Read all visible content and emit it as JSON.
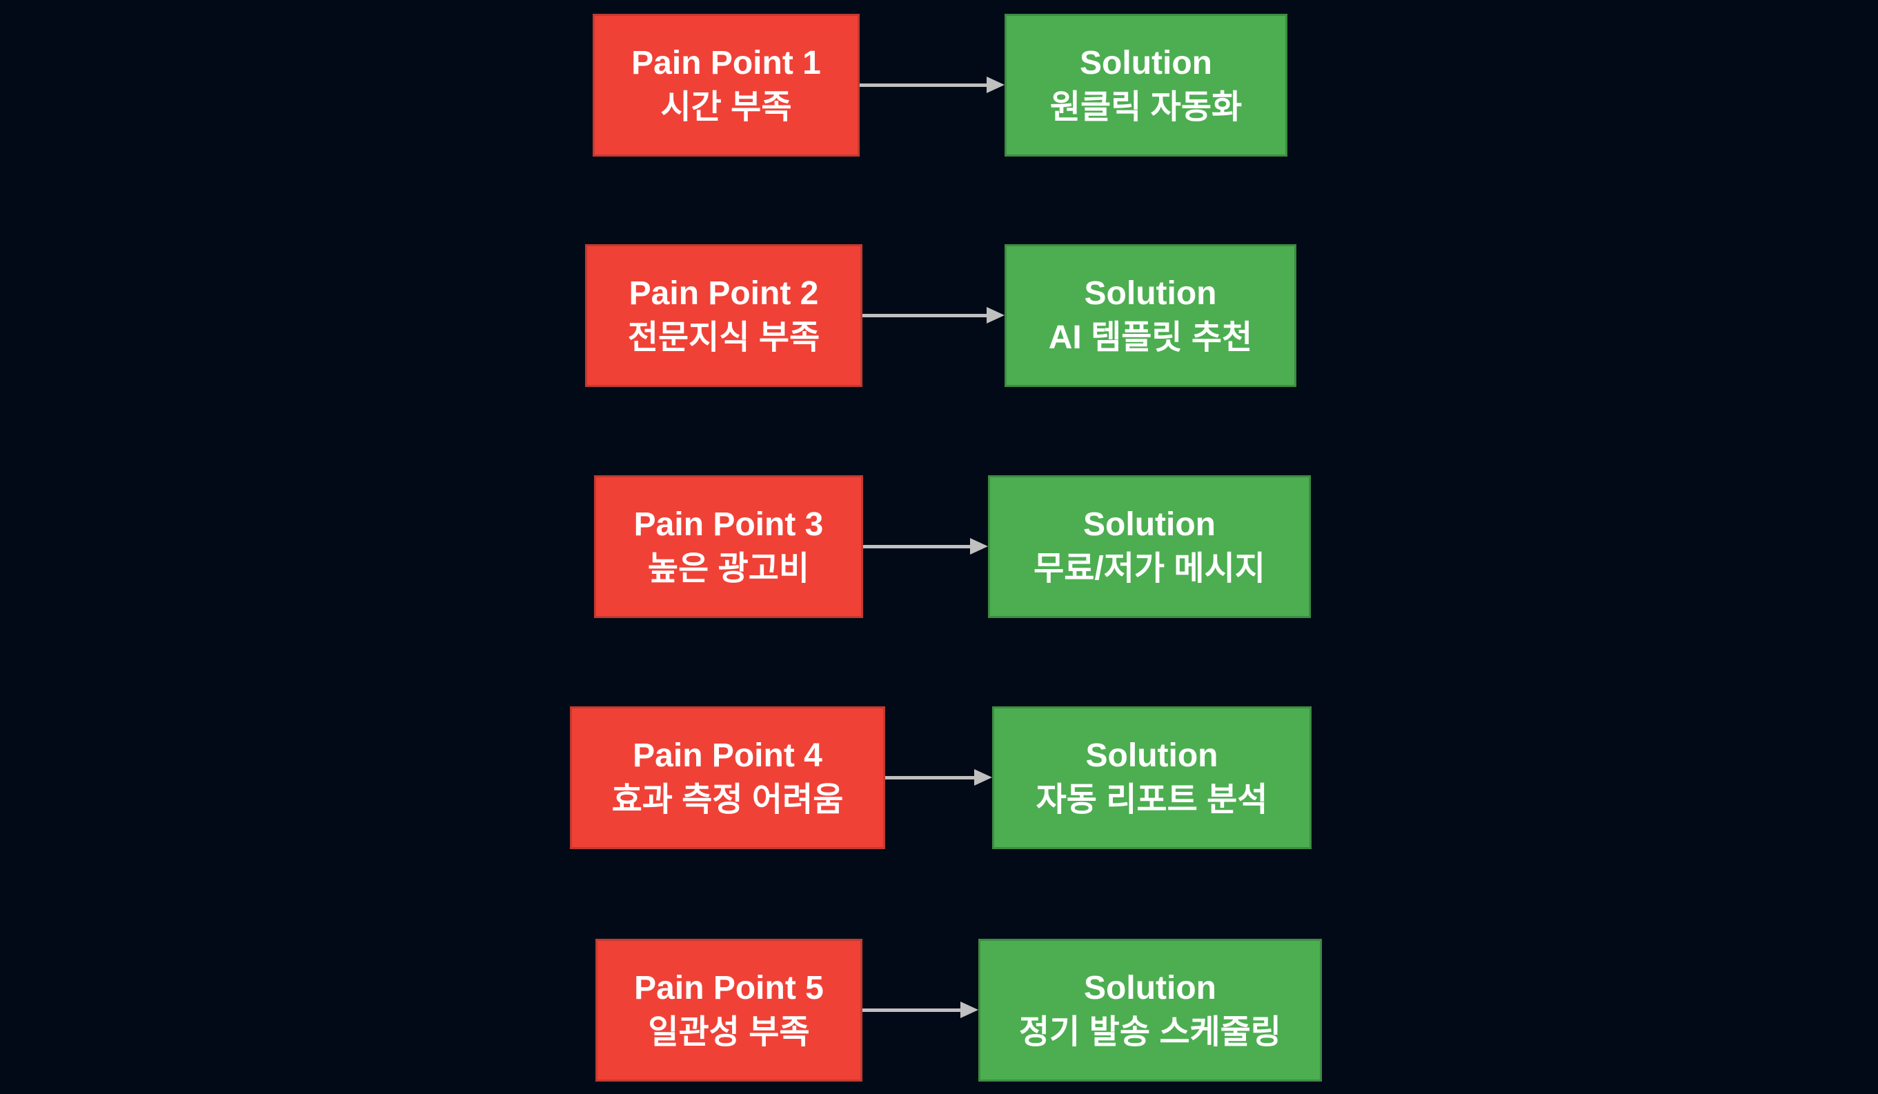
{
  "colors": {
    "bg": "#030a17",
    "pain_fill": "#f04137",
    "pain_border": "#c13a31",
    "solution_fill": "#4cae50",
    "solution_border": "#3d8c42",
    "arrow": "#c0c0c0",
    "text": "#ffffff"
  },
  "rows": [
    {
      "pain": {
        "title": "Pain Point 1",
        "subtitle": "시간 부족"
      },
      "solution": {
        "title": "Solution",
        "subtitle": "원클릭 자동화"
      }
    },
    {
      "pain": {
        "title": "Pain Point 2",
        "subtitle": "전문지식 부족"
      },
      "solution": {
        "title": "Solution",
        "subtitle": "AI 템플릿 추천"
      }
    },
    {
      "pain": {
        "title": "Pain Point 3",
        "subtitle": "높은 광고비"
      },
      "solution": {
        "title": "Solution",
        "subtitle": "무료/저가 메시지"
      }
    },
    {
      "pain": {
        "title": "Pain Point 4",
        "subtitle": "효과 측정 어려움"
      },
      "solution": {
        "title": "Solution",
        "subtitle": "자동 리포트 분석"
      }
    },
    {
      "pain": {
        "title": "Pain Point 5",
        "subtitle": "일관성 부족"
      },
      "solution": {
        "title": "Solution",
        "subtitle": "정기 발송 스케줄링"
      }
    }
  ]
}
